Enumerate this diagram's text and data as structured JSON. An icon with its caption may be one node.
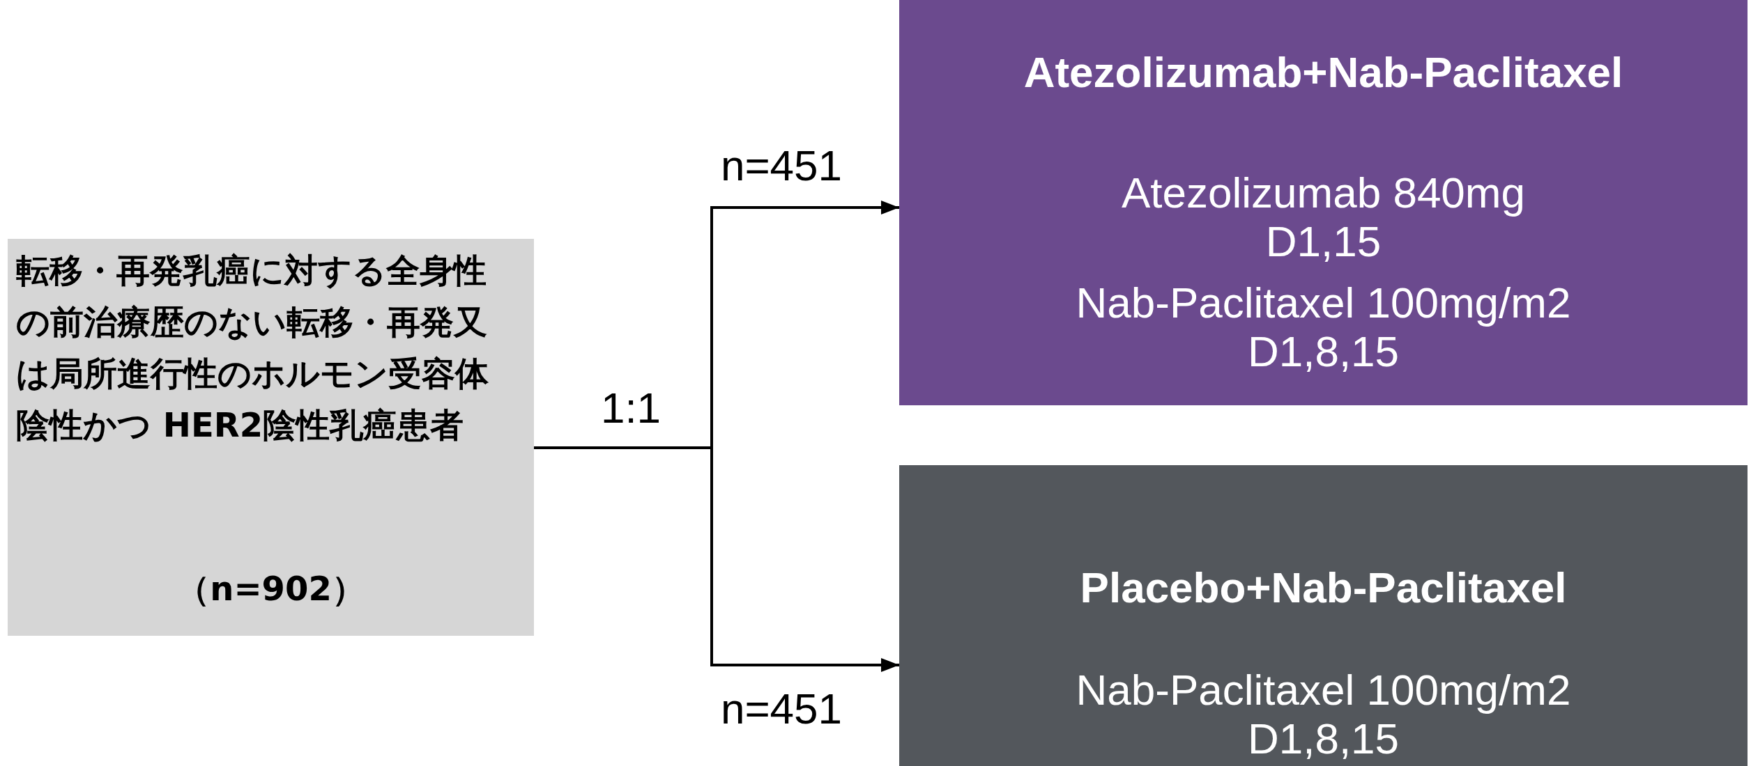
{
  "diagram": {
    "nodes": [
      {
        "text": [
          "転移・再発乳癌に対する全身性の前治療歴のない転移・再発又は局所進行性のホルモン受容体陰性かつ HER2陰性乳癌患者",
          "（n=902）"
        ]
      },
      {
        "text": [
          "Atezolizumab+Nab-Paclitaxel",
          "Atezolizumab 840mg D1,15",
          "Nab-Paclitaxel 100mg/m2 D1,8,15"
        ]
      },
      {
        "text": [
          "Placebo+Nab-Paclitaxel",
          "Nab-Paclitaxel 100mg/m2 D1,8,15"
        ]
      }
    ],
    "edges": [
      {
        "from": 0,
        "to": 1,
        "arrow": "to",
        "label": "n=451"
      },
      {
        "from": 0,
        "to": 2,
        "arrow": "to",
        "label": "n=451"
      }
    ],
    "labels": [
      "1:1"
    ]
  }
}
